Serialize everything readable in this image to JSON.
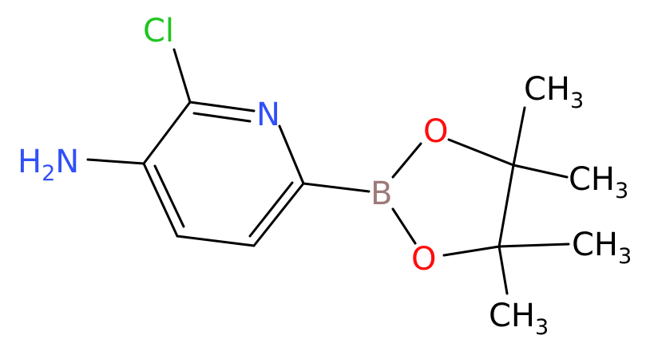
{
  "molecule": {
    "atoms": {
      "cl": "Cl",
      "n_ring": "N",
      "nh2_main": "H",
      "nh2_sub": "2",
      "nh2_n": "N",
      "boron": "B",
      "o_top": "O",
      "o_bottom": "O",
      "me1_main": "CH",
      "me1_sub": "3",
      "me2_main": "CH",
      "me2_sub": "3",
      "me3_main": "CH",
      "me3_sub": "3",
      "me4_main": "CH",
      "me4_sub": "3"
    },
    "colors": {
      "bond": "#000000",
      "chlorine": "#1fc51f",
      "nitrogen": "#3050f8",
      "oxygen": "#ff0d0d",
      "boron": "#9e7a7a",
      "carbon": "#000000"
    }
  }
}
